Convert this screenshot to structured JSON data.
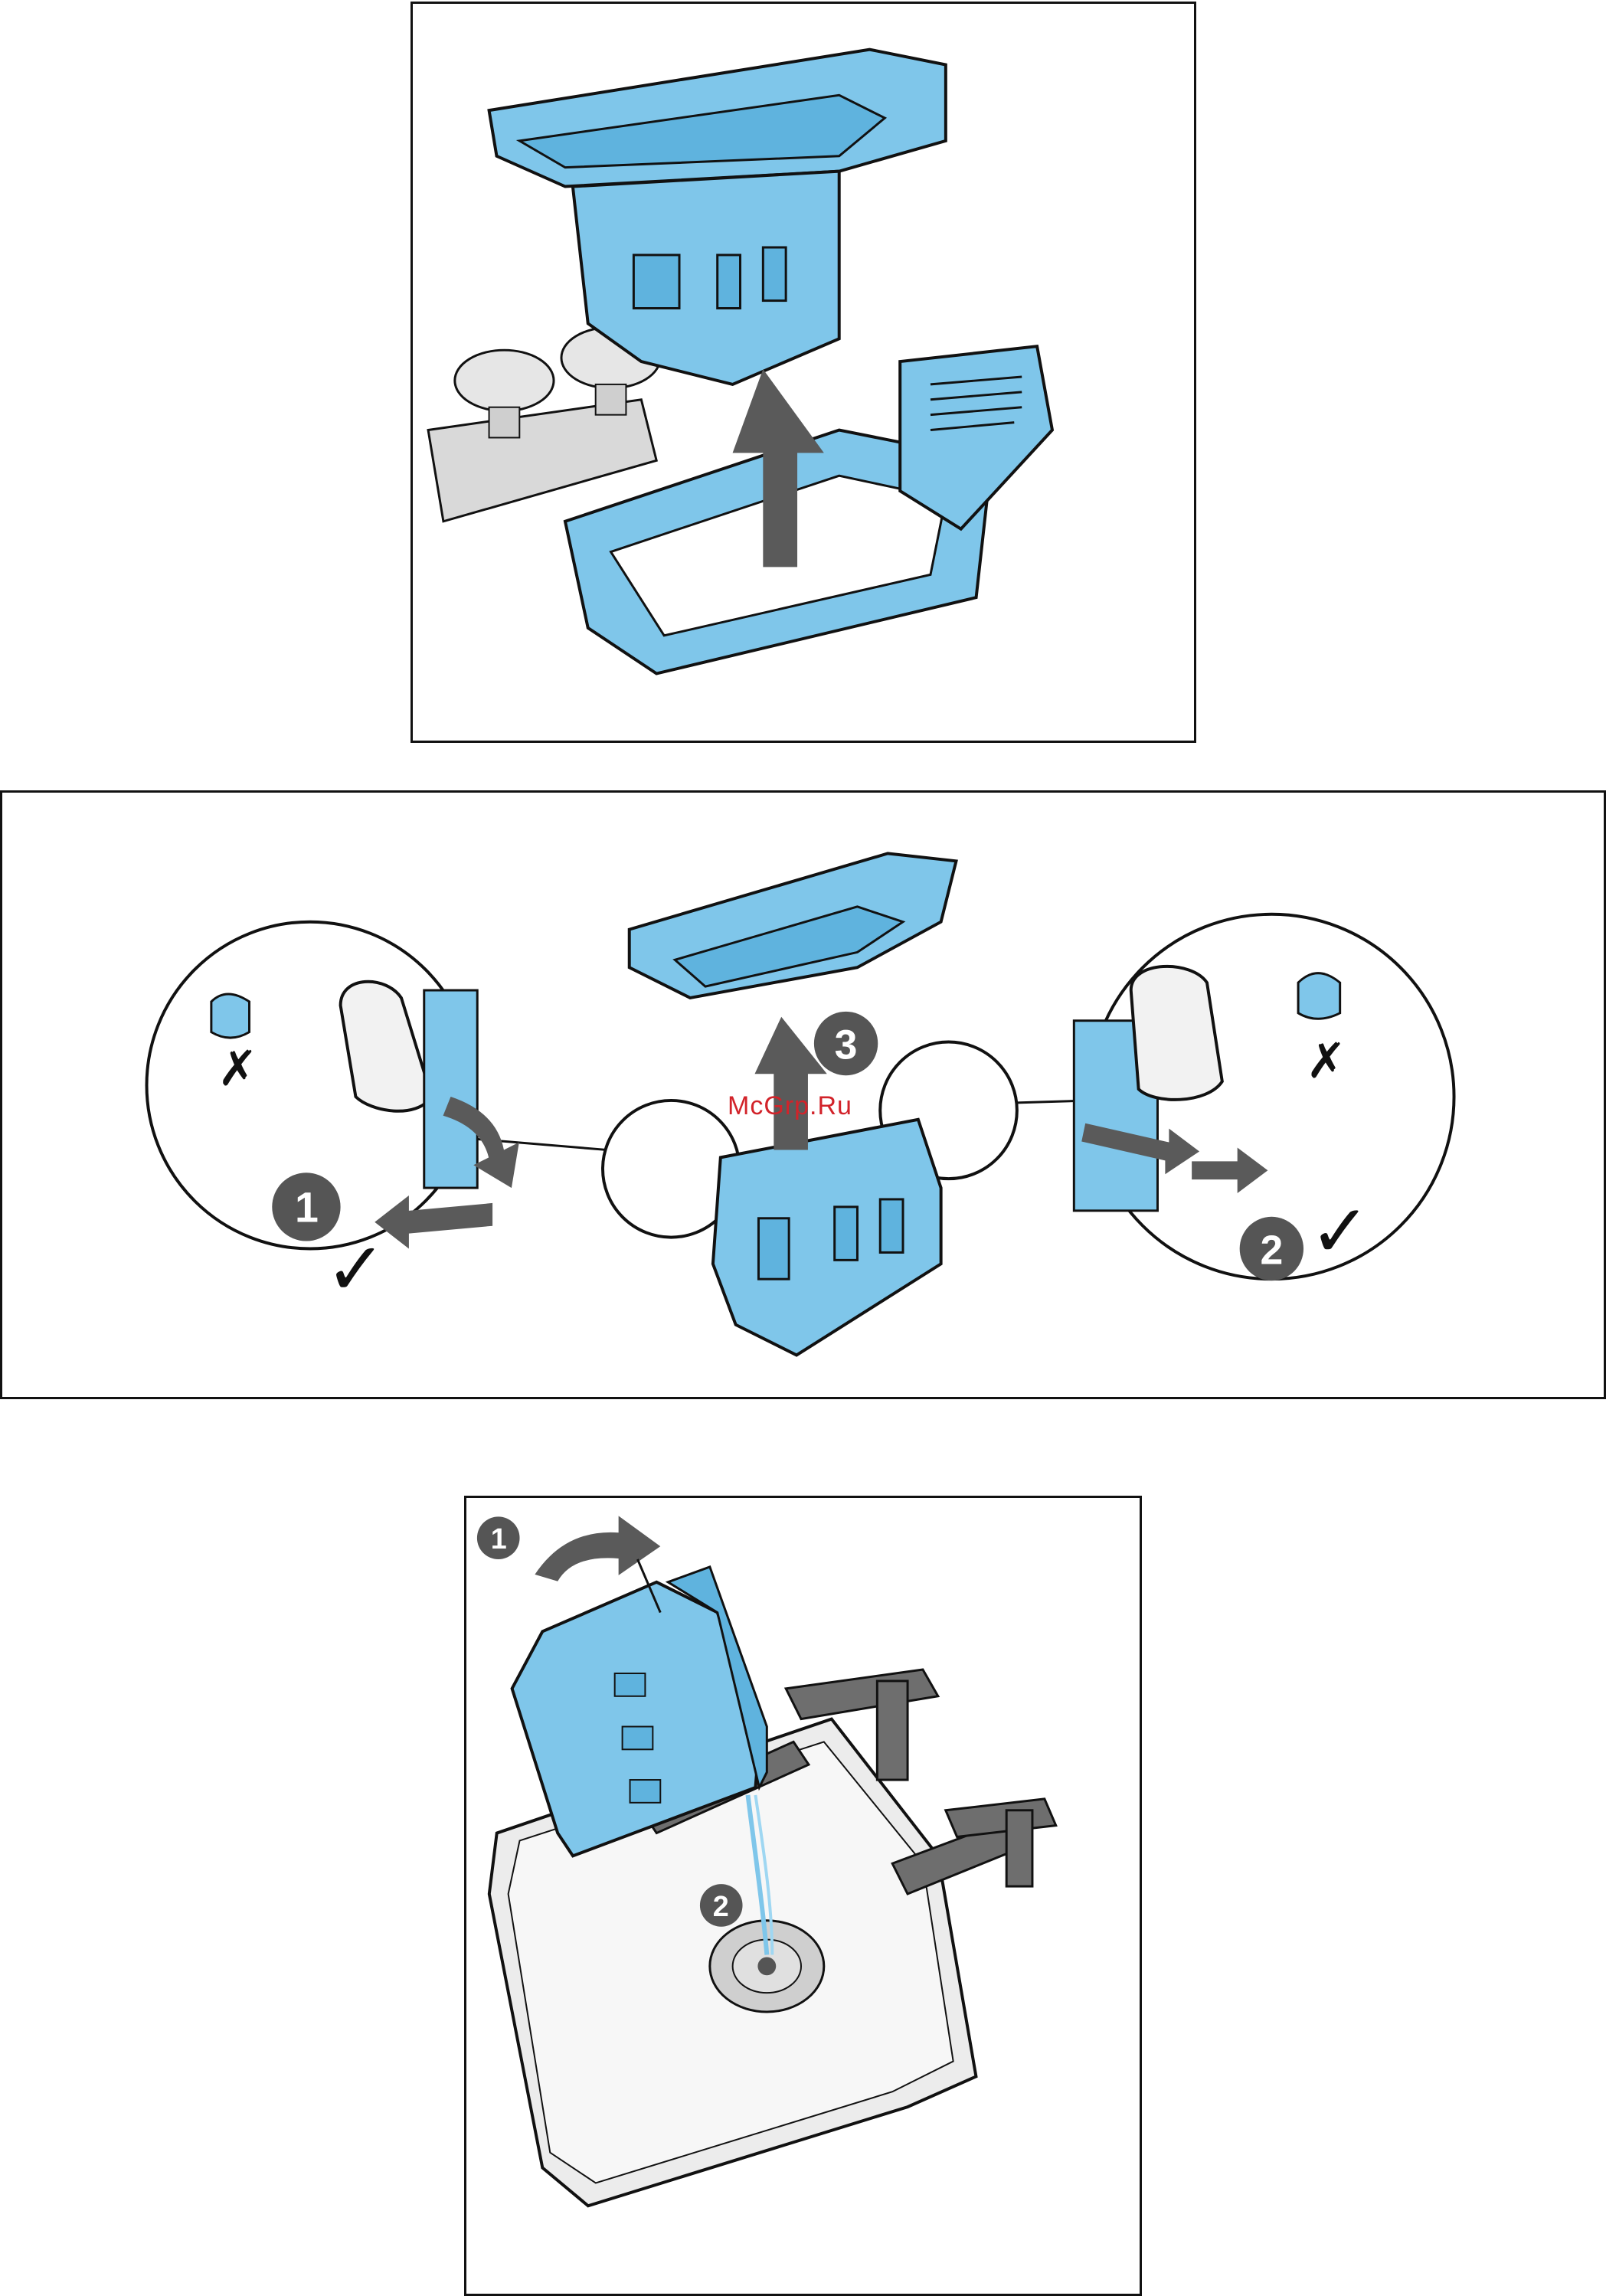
{
  "colors": {
    "part_blue": "#7fc6ea",
    "part_blue_dark": "#3b8fc0",
    "outline": "#111111",
    "arrow_gray": "#5a5a5a",
    "badge_gray": "#555555",
    "metal": "#d9d9d9",
    "sink": "#ececec",
    "watermark": "#d2232a"
  },
  "panel2": {
    "step1_badge": "1",
    "step2_badge": "2",
    "step3_badge": "3",
    "wrong_mark_left": "✗",
    "wrong_mark_right": "✗",
    "right_mark_left": "✓",
    "right_mark_right": "✓",
    "watermark": "McGrp.Ru"
  },
  "panel3": {
    "step1_badge": "1",
    "step2_badge": "2"
  },
  "icons": {
    "lift_arrow": "up-arrow-icon",
    "rotate_arrow": "curved-arrow-icon",
    "cross": "x-mark-icon",
    "check": "check-mark-icon"
  }
}
